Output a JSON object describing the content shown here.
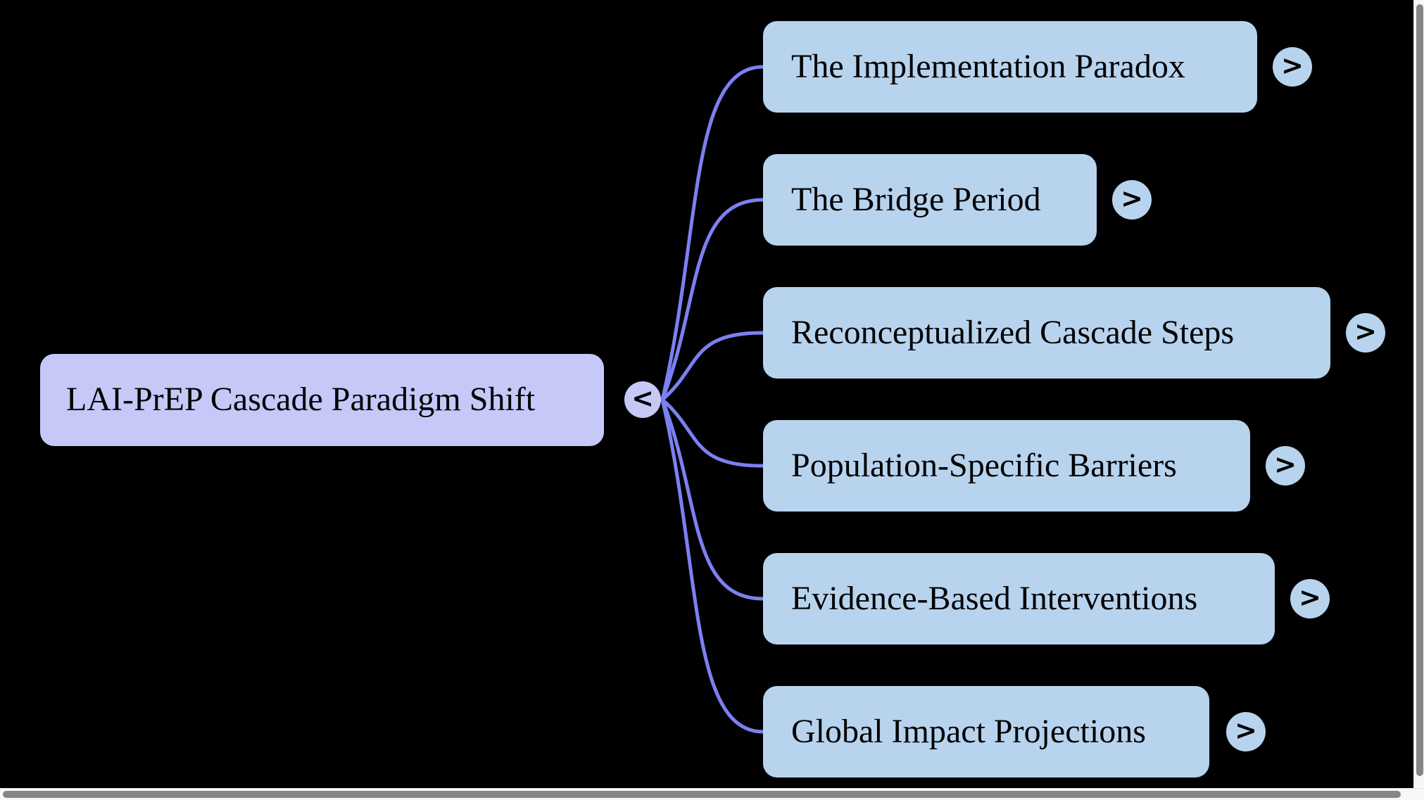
{
  "diagram": {
    "root": {
      "label": "LAI-PrEP Cascade Paradigm Shift",
      "collapse_glyph": "<"
    },
    "children": [
      {
        "label": "The Implementation Paradox",
        "expand_glyph": ">"
      },
      {
        "label": "The Bridge Period",
        "expand_glyph": ">"
      },
      {
        "label": "Reconceptualized Cascade Steps",
        "expand_glyph": ">"
      },
      {
        "label": "Population-Specific Barriers",
        "expand_glyph": ">"
      },
      {
        "label": "Evidence-Based Interventions",
        "expand_glyph": ">"
      },
      {
        "label": "Global Impact Projections",
        "expand_glyph": ">"
      }
    ],
    "colors": {
      "background": "#000000",
      "root_fill": "#c6c8f8",
      "child_fill": "#b8d3ee",
      "link": "#7b80f2",
      "text": "#000000",
      "scrollbar_track": "#f7f7f7",
      "scrollbar_thumb": "#858585"
    }
  }
}
